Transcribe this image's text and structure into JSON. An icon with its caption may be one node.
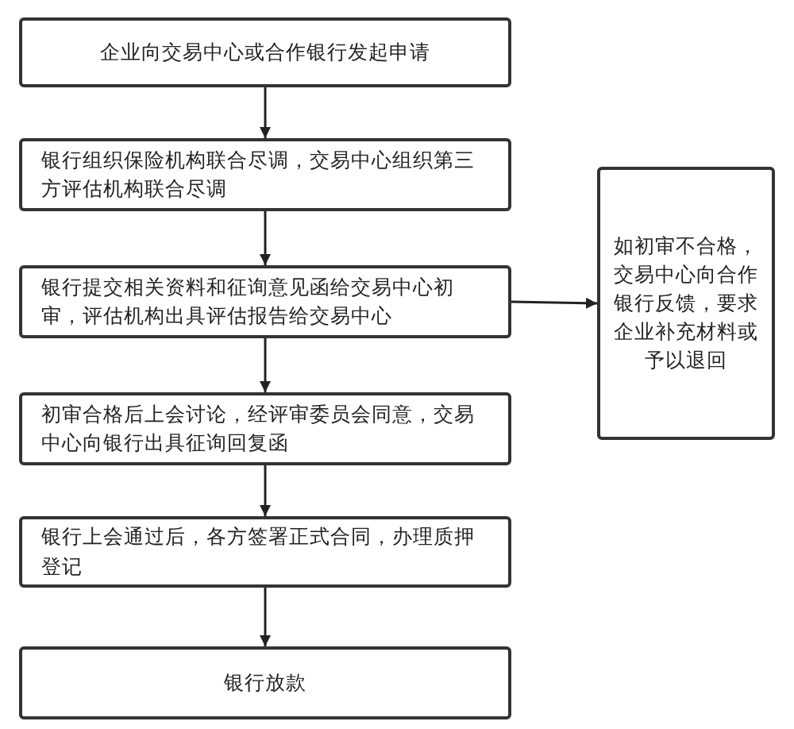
{
  "diagram": {
    "nodes": [
      {
        "text": [
          "企业向交易中心或合作银行发起申请"
        ]
      },
      {
        "text": [
          "银行组织保险机构联合尽调，交易中心组织第三方评估机构联合尽调"
        ]
      },
      {
        "text": [
          "银行提交相关资料和征询意见函给交易中心初审，评估机构出具评估报告给交易中心"
        ]
      },
      {
        "text": [
          "初审合格后上会讨论，经评审委员会同意，交易中心向银行出具征询回复函"
        ]
      },
      {
        "text": [
          "银行上会通过后，各方签署正式合同，办理质押登记"
        ]
      },
      {
        "text": [
          "银行放款"
        ]
      },
      {
        "text": [
          "如初审不合格，交易中心向合作银行反馈，要求企业补充材料或予以退回"
        ]
      }
    ],
    "edges": [
      {
        "from": 0,
        "to": 1,
        "arrow": "to"
      },
      {
        "from": 1,
        "to": 2,
        "arrow": "to"
      },
      {
        "from": 2,
        "to": 3,
        "arrow": "to"
      },
      {
        "from": 3,
        "to": 4,
        "arrow": "to"
      },
      {
        "from": 4,
        "to": 5,
        "arrow": "to"
      },
      {
        "from": 2,
        "to": 6,
        "arrow": "to"
      }
    ]
  }
}
